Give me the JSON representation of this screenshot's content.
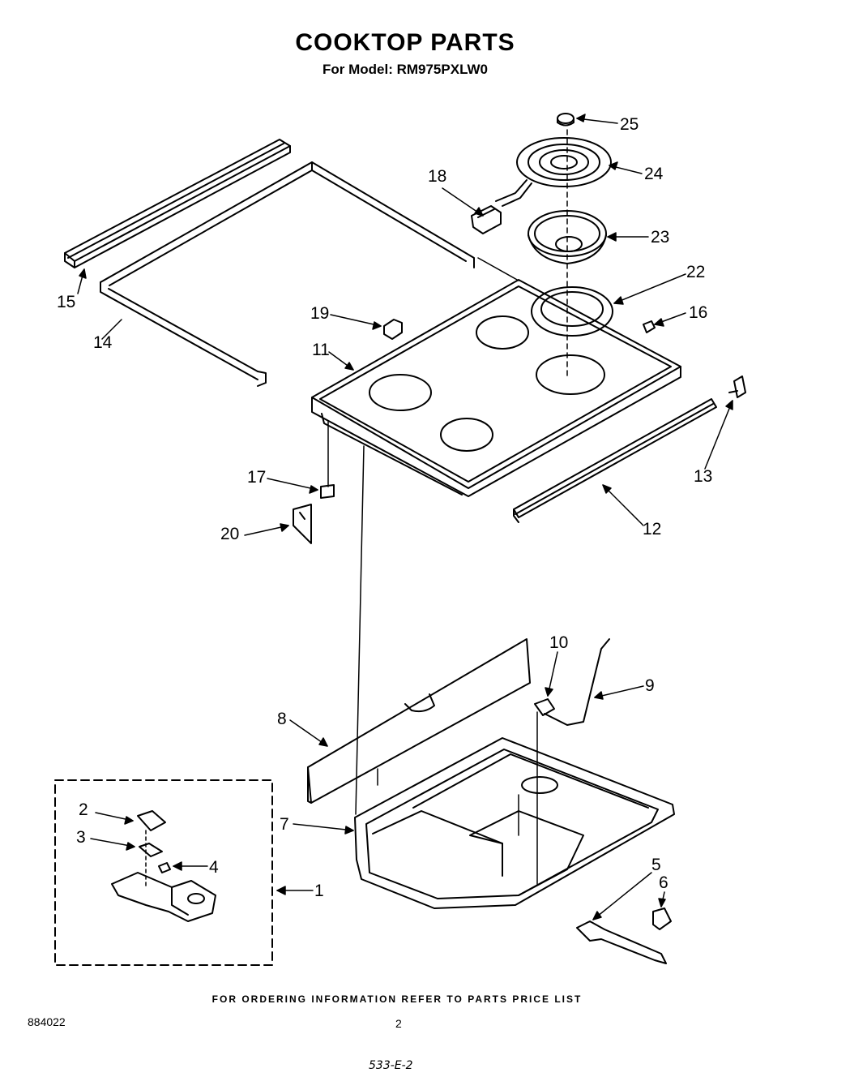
{
  "header": {
    "title": "COOKTOP PARTS",
    "model_line": "For Model: RM975PXLW0"
  },
  "callouts": [
    "1",
    "2",
    "3",
    "4",
    "5",
    "6",
    "7",
    "8",
    "9",
    "10",
    "11",
    "12",
    "13",
    "14",
    "15",
    "16",
    "17",
    "18",
    "19",
    "20",
    "22",
    "23",
    "24",
    "25"
  ],
  "footer": {
    "ordering_note": "FOR ORDERING INFORMATION REFER TO PARTS PRICE LIST",
    "doc_number": "884022",
    "page_number": "2",
    "code": "533-E-2"
  }
}
